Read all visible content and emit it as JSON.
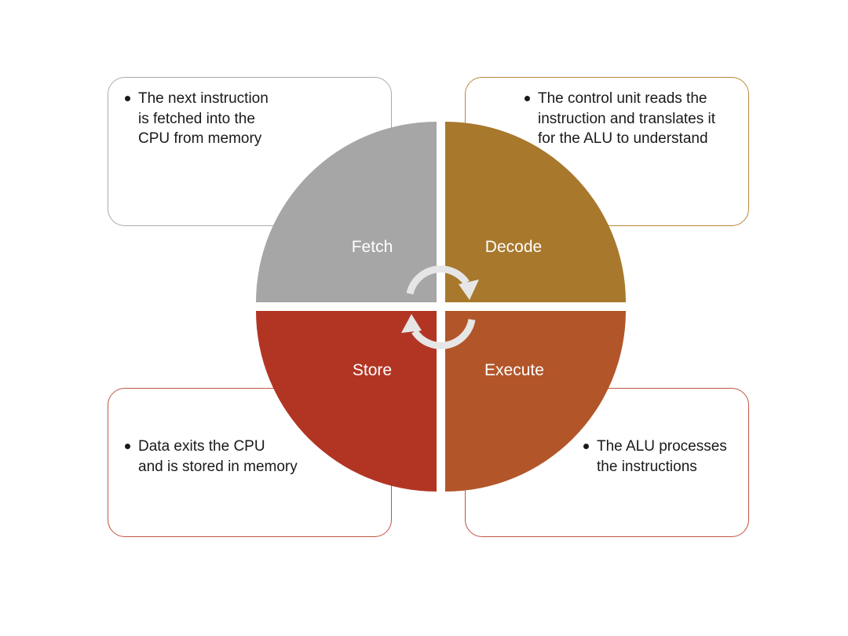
{
  "stages": {
    "fetch": {
      "label": "Fetch",
      "description": "The next instruction\nis fetched into the\nCPU from memory"
    },
    "decode": {
      "label": "Decode",
      "description": "The control unit reads the\ninstruction and translates it\nfor the ALU to understand"
    },
    "execute": {
      "label": "Execute",
      "description": "The ALU processes\nthe instructions"
    },
    "store": {
      "label": "Store",
      "description": "Data exits the CPU\nand is stored in memory"
    }
  },
  "colors": {
    "fetch": "#a6a6a6",
    "decode": "#a8782c",
    "execute": "#b2562a",
    "store": "#b23524",
    "arrows": "#e6e6e6"
  },
  "icons": {
    "cycle": "circular-arrows-icon"
  }
}
